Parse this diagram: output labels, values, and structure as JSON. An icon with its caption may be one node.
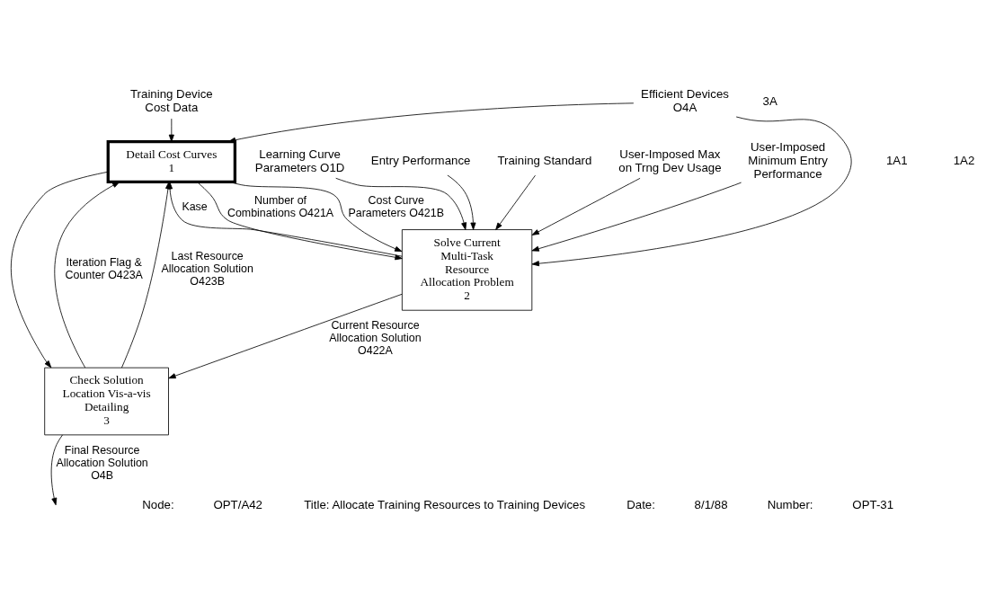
{
  "diagram": {
    "nodes": [
      {
        "text": [
          "Detail Cost Curves",
          "1"
        ]
      },
      {
        "text": [
          "Solve Current Multi-Task Resource Allocation Problem",
          "2"
        ]
      },
      {
        "text": [
          "Check Solution Location Vis-a-vis Detailing",
          "3"
        ]
      },
      {
        "text": [
          "Training Device Cost Data"
        ]
      },
      {
        "text": [
          "Efficient Devices O4A"
        ]
      },
      {
        "text": [
          "Learning Curve Parameters O1D"
        ]
      },
      {
        "text": [
          "Entry Performance"
        ]
      },
      {
        "text": [
          "Training Standard"
        ]
      },
      {
        "text": [
          "User-Imposed Max on Trng Dev Usage"
        ]
      },
      {
        "text": [
          "User-Imposed Minimum Entry Performance"
        ]
      }
    ],
    "edges": [
      {
        "from": 3,
        "to": 0,
        "arrow": "to"
      },
      {
        "from": 4,
        "to": 0,
        "arrow": "to"
      },
      {
        "from": 4,
        "to": 1,
        "arrow": "to"
      },
      {
        "from": 0,
        "to": 1,
        "arrow": "to",
        "label": "Number of Combinations O421A"
      },
      {
        "from": 0,
        "to": 1,
        "arrow": "to",
        "label": "Cost Curve Parameters O421B"
      },
      {
        "from": 0,
        "to": 2,
        "arrow": "to"
      },
      {
        "from": 5,
        "to": 1,
        "arrow": "to"
      },
      {
        "from": 6,
        "to": 1,
        "arrow": "to"
      },
      {
        "from": 7,
        "to": 1,
        "arrow": "to"
      },
      {
        "from": 8,
        "to": 1,
        "arrow": "to"
      },
      {
        "from": 9,
        "to": 1,
        "arrow": "to"
      },
      {
        "from": 1,
        "to": 0,
        "arrow": "to",
        "label": "Kase"
      },
      {
        "from": 1,
        "to": 2,
        "arrow": "to",
        "label": "Current Resource Allocation Solution O422A"
      },
      {
        "from": 2,
        "to": 0,
        "arrow": "to",
        "label": "Iteration Flag & Counter O423A"
      },
      {
        "from": 2,
        "to": 0,
        "arrow": "to",
        "label": "Last Resource Allocation Solution O423B"
      },
      {
        "from": 2,
        "to": null,
        "arrow": "to",
        "label": "Final Resource Allocation Solution O4B"
      }
    ],
    "labels": [
      "3A",
      "1A1",
      "1A2",
      "Node:",
      "OPT/A42",
      "Title: Allocate Training Resources to Training Devices",
      "Date:",
      "8/1/88",
      "Number:",
      "OPT-31"
    ]
  }
}
